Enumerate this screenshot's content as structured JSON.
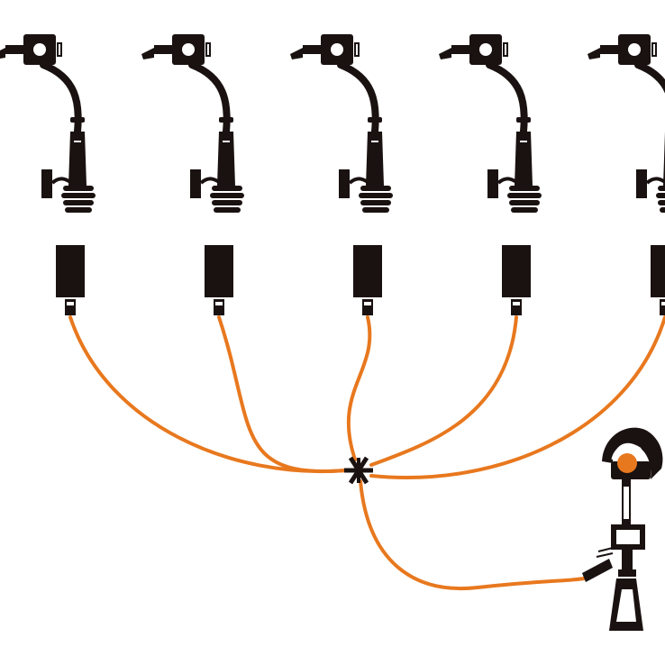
{
  "diagram": {
    "ink_color": "#1a1211",
    "cable_color": "#e8781e",
    "background_color": "#ffffff",
    "junction": {
      "name": "star-junction",
      "icon": "asterisk-splitter-icon"
    },
    "source": {
      "name": "clip-on-microphone",
      "icon": "gooseneck-clip-mic-icon",
      "accent_color": "#e8781e"
    },
    "plugs": [
      {
        "id": 1,
        "icon": "cable-connector-icon"
      },
      {
        "id": 2,
        "icon": "cable-connector-icon"
      },
      {
        "id": 3,
        "icon": "cable-connector-icon"
      },
      {
        "id": 4,
        "icon": "cable-connector-icon"
      },
      {
        "id": 5,
        "icon": "cable-connector-icon"
      }
    ],
    "devices": [
      {
        "id": 1,
        "icon": "gooseneck-microphone-icon"
      },
      {
        "id": 2,
        "icon": "gooseneck-microphone-icon"
      },
      {
        "id": 3,
        "icon": "gooseneck-microphone-icon"
      },
      {
        "id": 4,
        "icon": "gooseneck-microphone-icon"
      },
      {
        "id": 5,
        "icon": "gooseneck-microphone-icon"
      }
    ]
  }
}
